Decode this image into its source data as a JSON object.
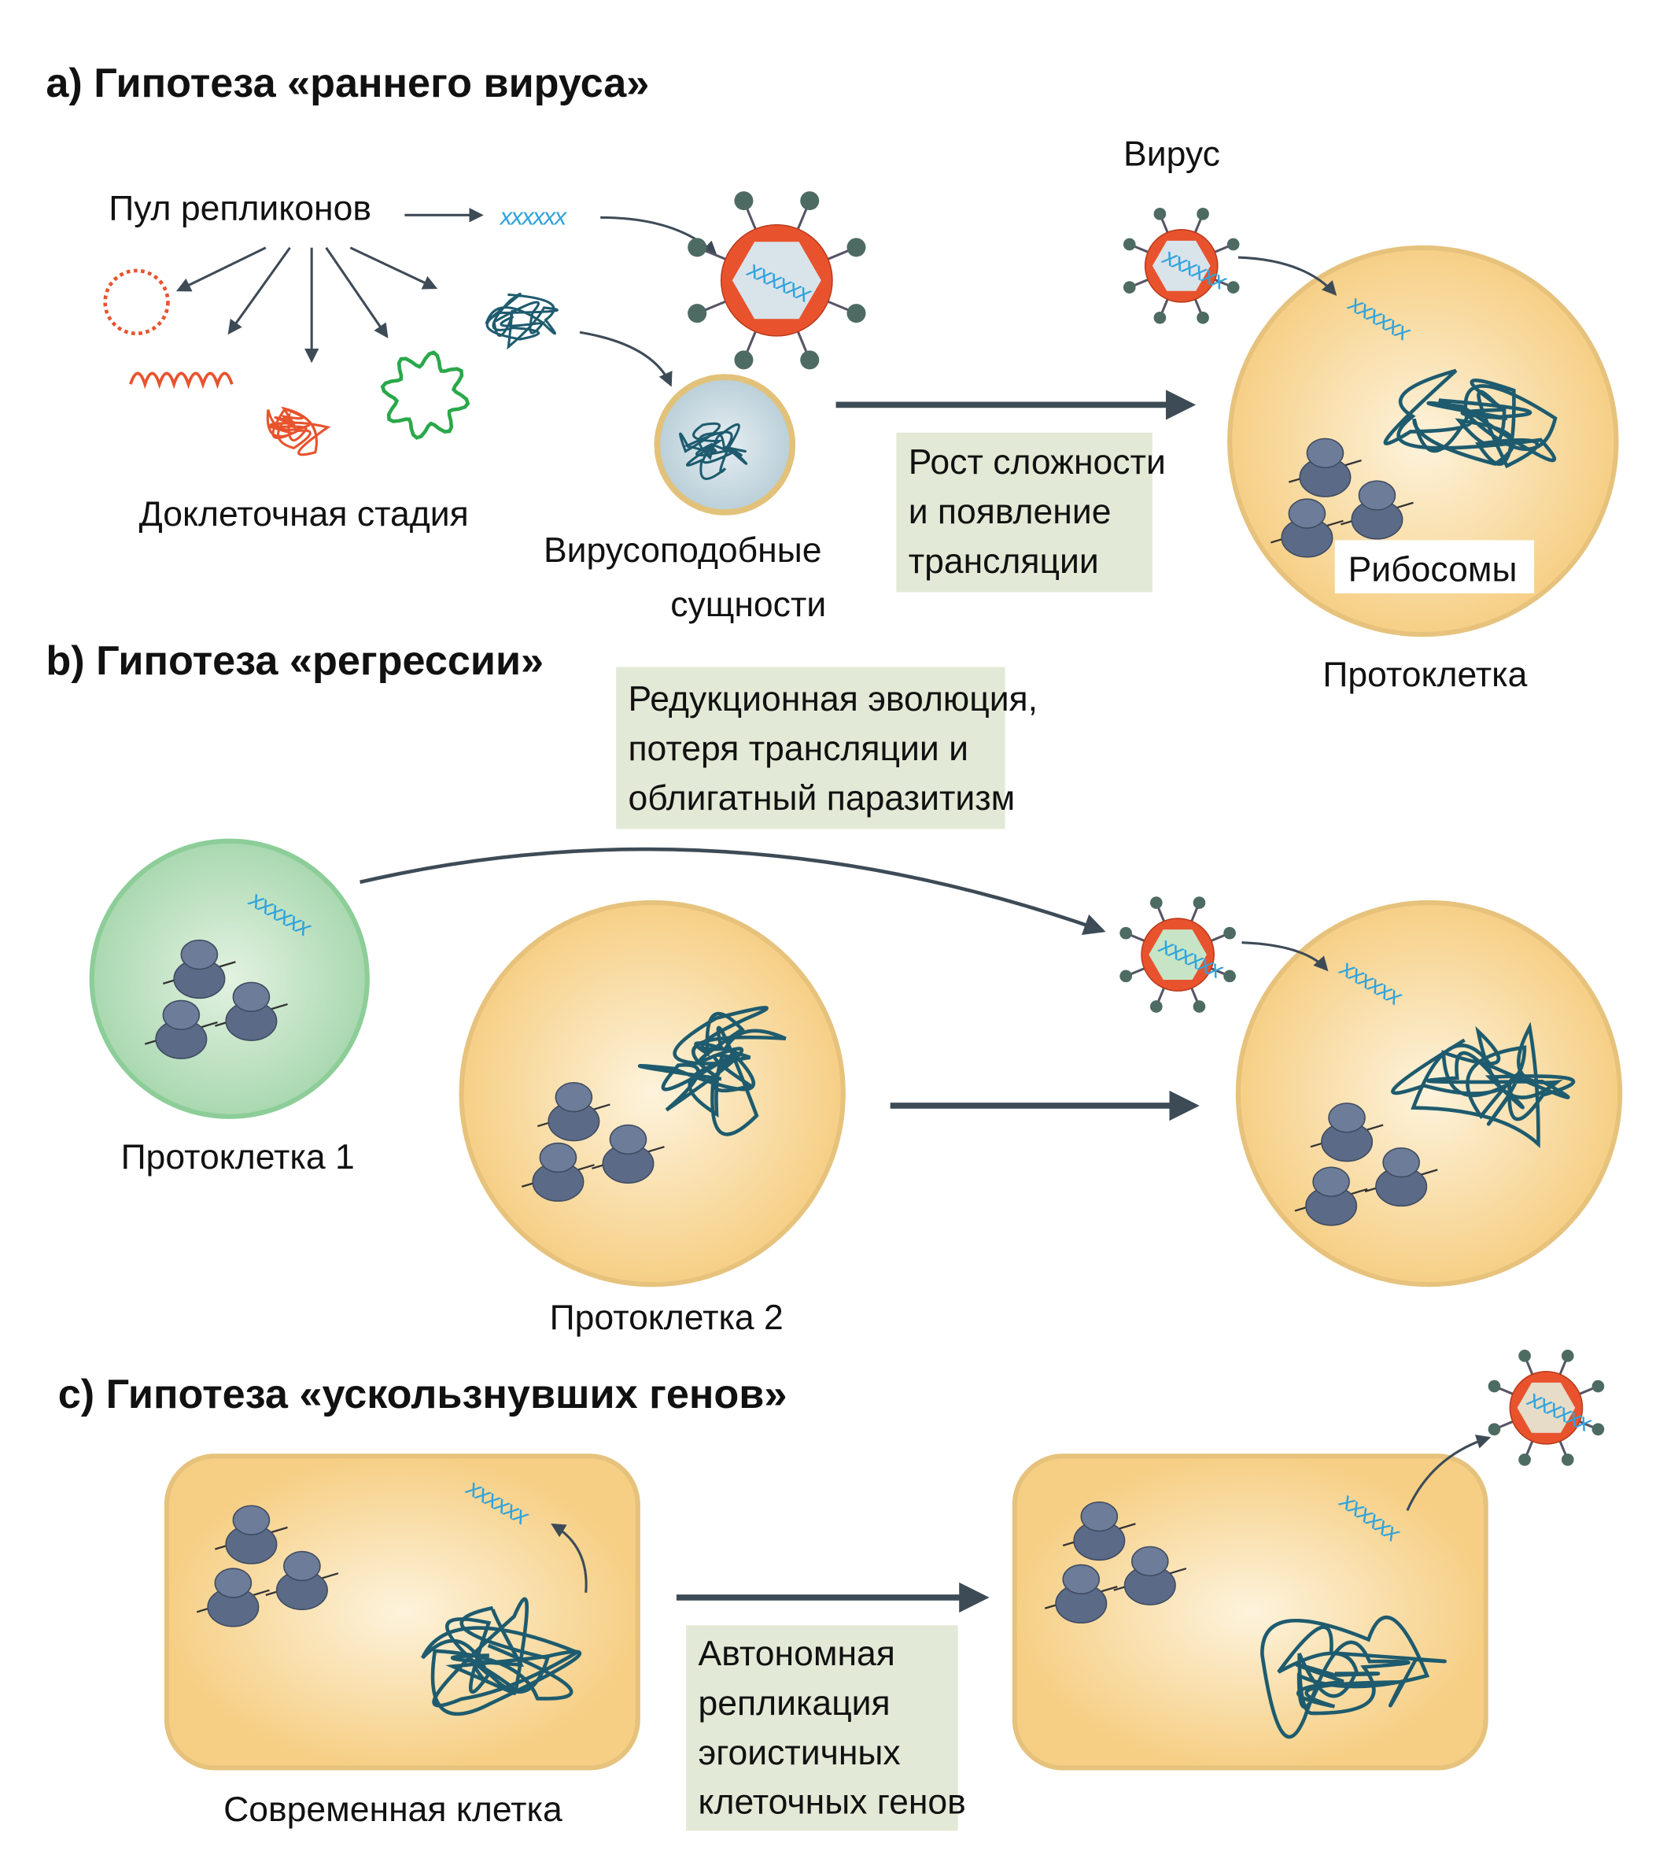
{
  "section_a": {
    "title": "a) Гипотеза «раннего вируса»",
    "replicon_pool": "Пул репликонов",
    "precellular_stage": "Доклеточная стадия",
    "virus_like_1": "Вирусоподобные",
    "virus_like_2": "сущности",
    "growth_box": [
      "Рост сложности",
      "и появление",
      "трансляции"
    ],
    "virus_label": "Вирус",
    "ribosomes_label": "Рибосомы",
    "protocell_label": "Протоклетка"
  },
  "section_b": {
    "title": "b) Гипотеза «регрессии»",
    "reduction_box": [
      "Редукционная эволюция,",
      "потеря трансляции и",
      "облигатный паразитизм"
    ],
    "protocell1_label": "Протоклетка 1",
    "protocell2_label": "Протоклетка 2"
  },
  "section_c": {
    "title": "c) Гипотеза «ускользнувших генов»",
    "modern_cell_label": "Современная клетка",
    "autonomous_box": [
      "Автономная",
      "репликация",
      "эгоистичных",
      "клеточных генов"
    ]
  },
  "dna_glyph": "xxxxxx",
  "colors": {
    "cell": "#f7d795",
    "cell_border": "#e6c27c",
    "virus_ring": "#e8532d",
    "genome": "#1e5b6e",
    "ribosome": "#5b6a86",
    "dna": "#2fa3dc",
    "green_cell": "#bfe0c2",
    "arrow": "#3d4b57",
    "box": "#e2e9d6"
  }
}
